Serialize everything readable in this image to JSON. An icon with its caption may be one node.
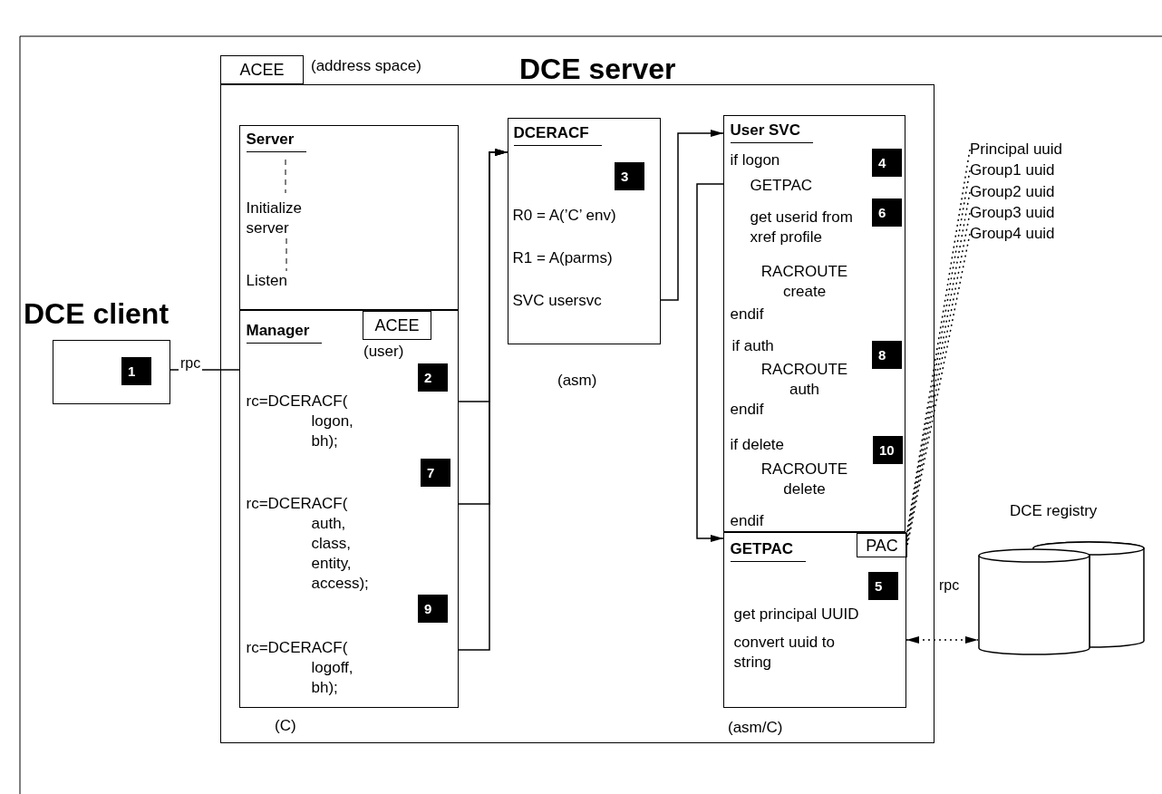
{
  "diagram": {
    "nodes": [
      {
        "text": [
          "DCE server"
        ]
      },
      {
        "text": [
          "ACEE"
        ],
        "beside": [
          "(address space)"
        ]
      },
      {
        "text": [
          "DCE client"
        ]
      },
      {
        "text": [
          "Server",
          "Initialize server",
          "Listen"
        ],
        "in": 0
      },
      {
        "text": [
          "Manager",
          "rc=DCERACF( logon, bh);",
          "rc=DCERACF( auth, class, entity, access);",
          "rc=DCERACF( logoff, bh);"
        ],
        "beside": [
          "(C)"
        ],
        "in": 0
      },
      {
        "text": [
          "ACEE"
        ],
        "beside": [
          "(user)"
        ],
        "in": 4
      },
      {
        "text": [
          "DCERACF",
          "R0 = A(’C’ env)",
          "R1 = A(parms)",
          "SVC usersvc"
        ],
        "beside": [
          "(asm)"
        ],
        "in": 0
      },
      {
        "text": [
          "User SVC",
          "if logon",
          "GETPAC",
          "get userid from xref profile",
          "RACROUTE create",
          "endif",
          "if auth",
          "RACROUTE auth",
          "endif",
          "if delete",
          "RACROUTE delete",
          "endif"
        ],
        "in": 0
      },
      {
        "text": [
          "GETPAC",
          "get principal UUID",
          "convert uuid to string"
        ],
        "beside": [
          "(asm/C)"
        ],
        "in": 0
      },
      {
        "text": [
          "PAC"
        ],
        "in": 8
      },
      {
        "text": [
          "Principal uuid"
        ]
      },
      {
        "text": [
          "Group1 uuid"
        ]
      },
      {
        "text": [
          "Group2 uuid"
        ]
      },
      {
        "text": [
          "Group3 uuid"
        ]
      },
      {
        "text": [
          "Group4 uuid"
        ]
      },
      {
        "text": [
          "DCE registry"
        ]
      }
    ],
    "edges": [
      {
        "from": 2,
        "to": 4,
        "arrow": "none",
        "label": "rpc"
      },
      {
        "from": 4,
        "to": 6,
        "arrow": "to"
      },
      {
        "from": 4,
        "to": 6,
        "arrow": "to"
      },
      {
        "from": 4,
        "to": 6,
        "arrow": "to"
      },
      {
        "from": 6,
        "to": 7,
        "arrow": "to"
      },
      {
        "from": 7,
        "to": 8,
        "arrow": "to"
      },
      {
        "from": 10,
        "to": 9,
        "arrow": "none",
        "style": "dashed"
      },
      {
        "from": 11,
        "to": 9,
        "arrow": "none",
        "style": "dashed"
      },
      {
        "from": 12,
        "to": 9,
        "arrow": "none",
        "style": "dashed"
      },
      {
        "from": 13,
        "to": 9,
        "arrow": "none",
        "style": "dashed"
      },
      {
        "from": 14,
        "to": 9,
        "arrow": "none",
        "style": "dashed"
      },
      {
        "from": 8,
        "to": 15,
        "arrow": "both",
        "style": "dashed",
        "label": "rpc"
      }
    ],
    "labels": [
      "1",
      "2",
      "3",
      "4",
      "5",
      "6",
      "7",
      "8",
      "9",
      "10"
    ]
  }
}
